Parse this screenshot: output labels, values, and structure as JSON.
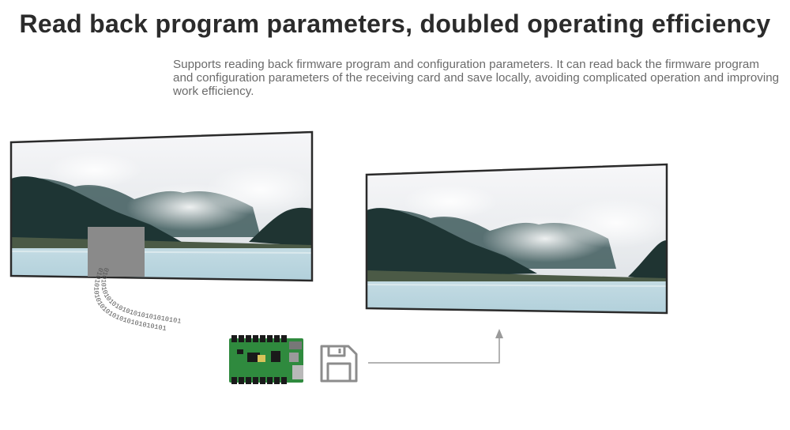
{
  "header": {
    "title": "Read back program parameters, doubled operating efficiency",
    "description": "Supports reading back firmware program and configuration parameters. It can read back the firmware program and configuration parameters of the receiving card and save locally, avoiding complicated operation and improving work efficiency."
  },
  "data_stream": {
    "bits": "0101010101010101010101010101"
  },
  "icons": {
    "save": "floppy-disk-icon",
    "card": "receiving-card-icon",
    "arrow": "arrow-up-icon"
  },
  "colors": {
    "title": "#2b2b2b",
    "description": "#6b6b6b",
    "connector": "#9a9a9a",
    "board": "#2f8a3e",
    "highlight_block": "#8a8a8a"
  }
}
